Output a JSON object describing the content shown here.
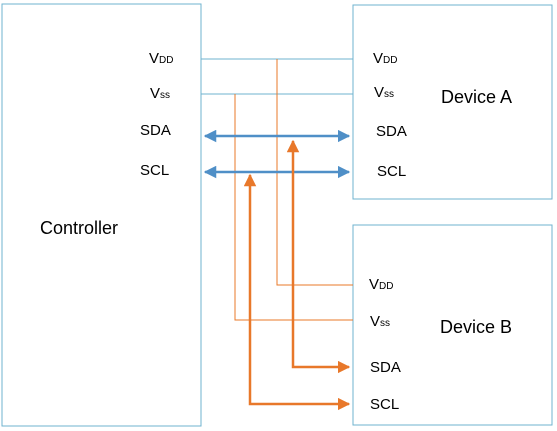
{
  "controller": {
    "title": "Controller",
    "pins": [
      {
        "main": "V",
        "sub": "DD"
      },
      {
        "main": "V",
        "sub": "ss"
      },
      {
        "main": "SDA",
        "sub": ""
      },
      {
        "main": "SCL",
        "sub": ""
      }
    ]
  },
  "device_a": {
    "title": "Device A",
    "pins": [
      {
        "main": "V",
        "sub": "DD"
      },
      {
        "main": "V",
        "sub": "ss"
      },
      {
        "main": "SDA",
        "sub": ""
      },
      {
        "main": "SCL",
        "sub": ""
      }
    ]
  },
  "device_b": {
    "title": "Device B",
    "pins": [
      {
        "main": "V",
        "sub": "DD"
      },
      {
        "main": "V",
        "sub": "ss"
      },
      {
        "main": "SDA",
        "sub": ""
      },
      {
        "main": "SCL",
        "sub": ""
      }
    ]
  },
  "colors": {
    "box_border": "#6fb3cf",
    "bus_blue": "#4f8fc7",
    "bus_orange": "#e8782a"
  }
}
